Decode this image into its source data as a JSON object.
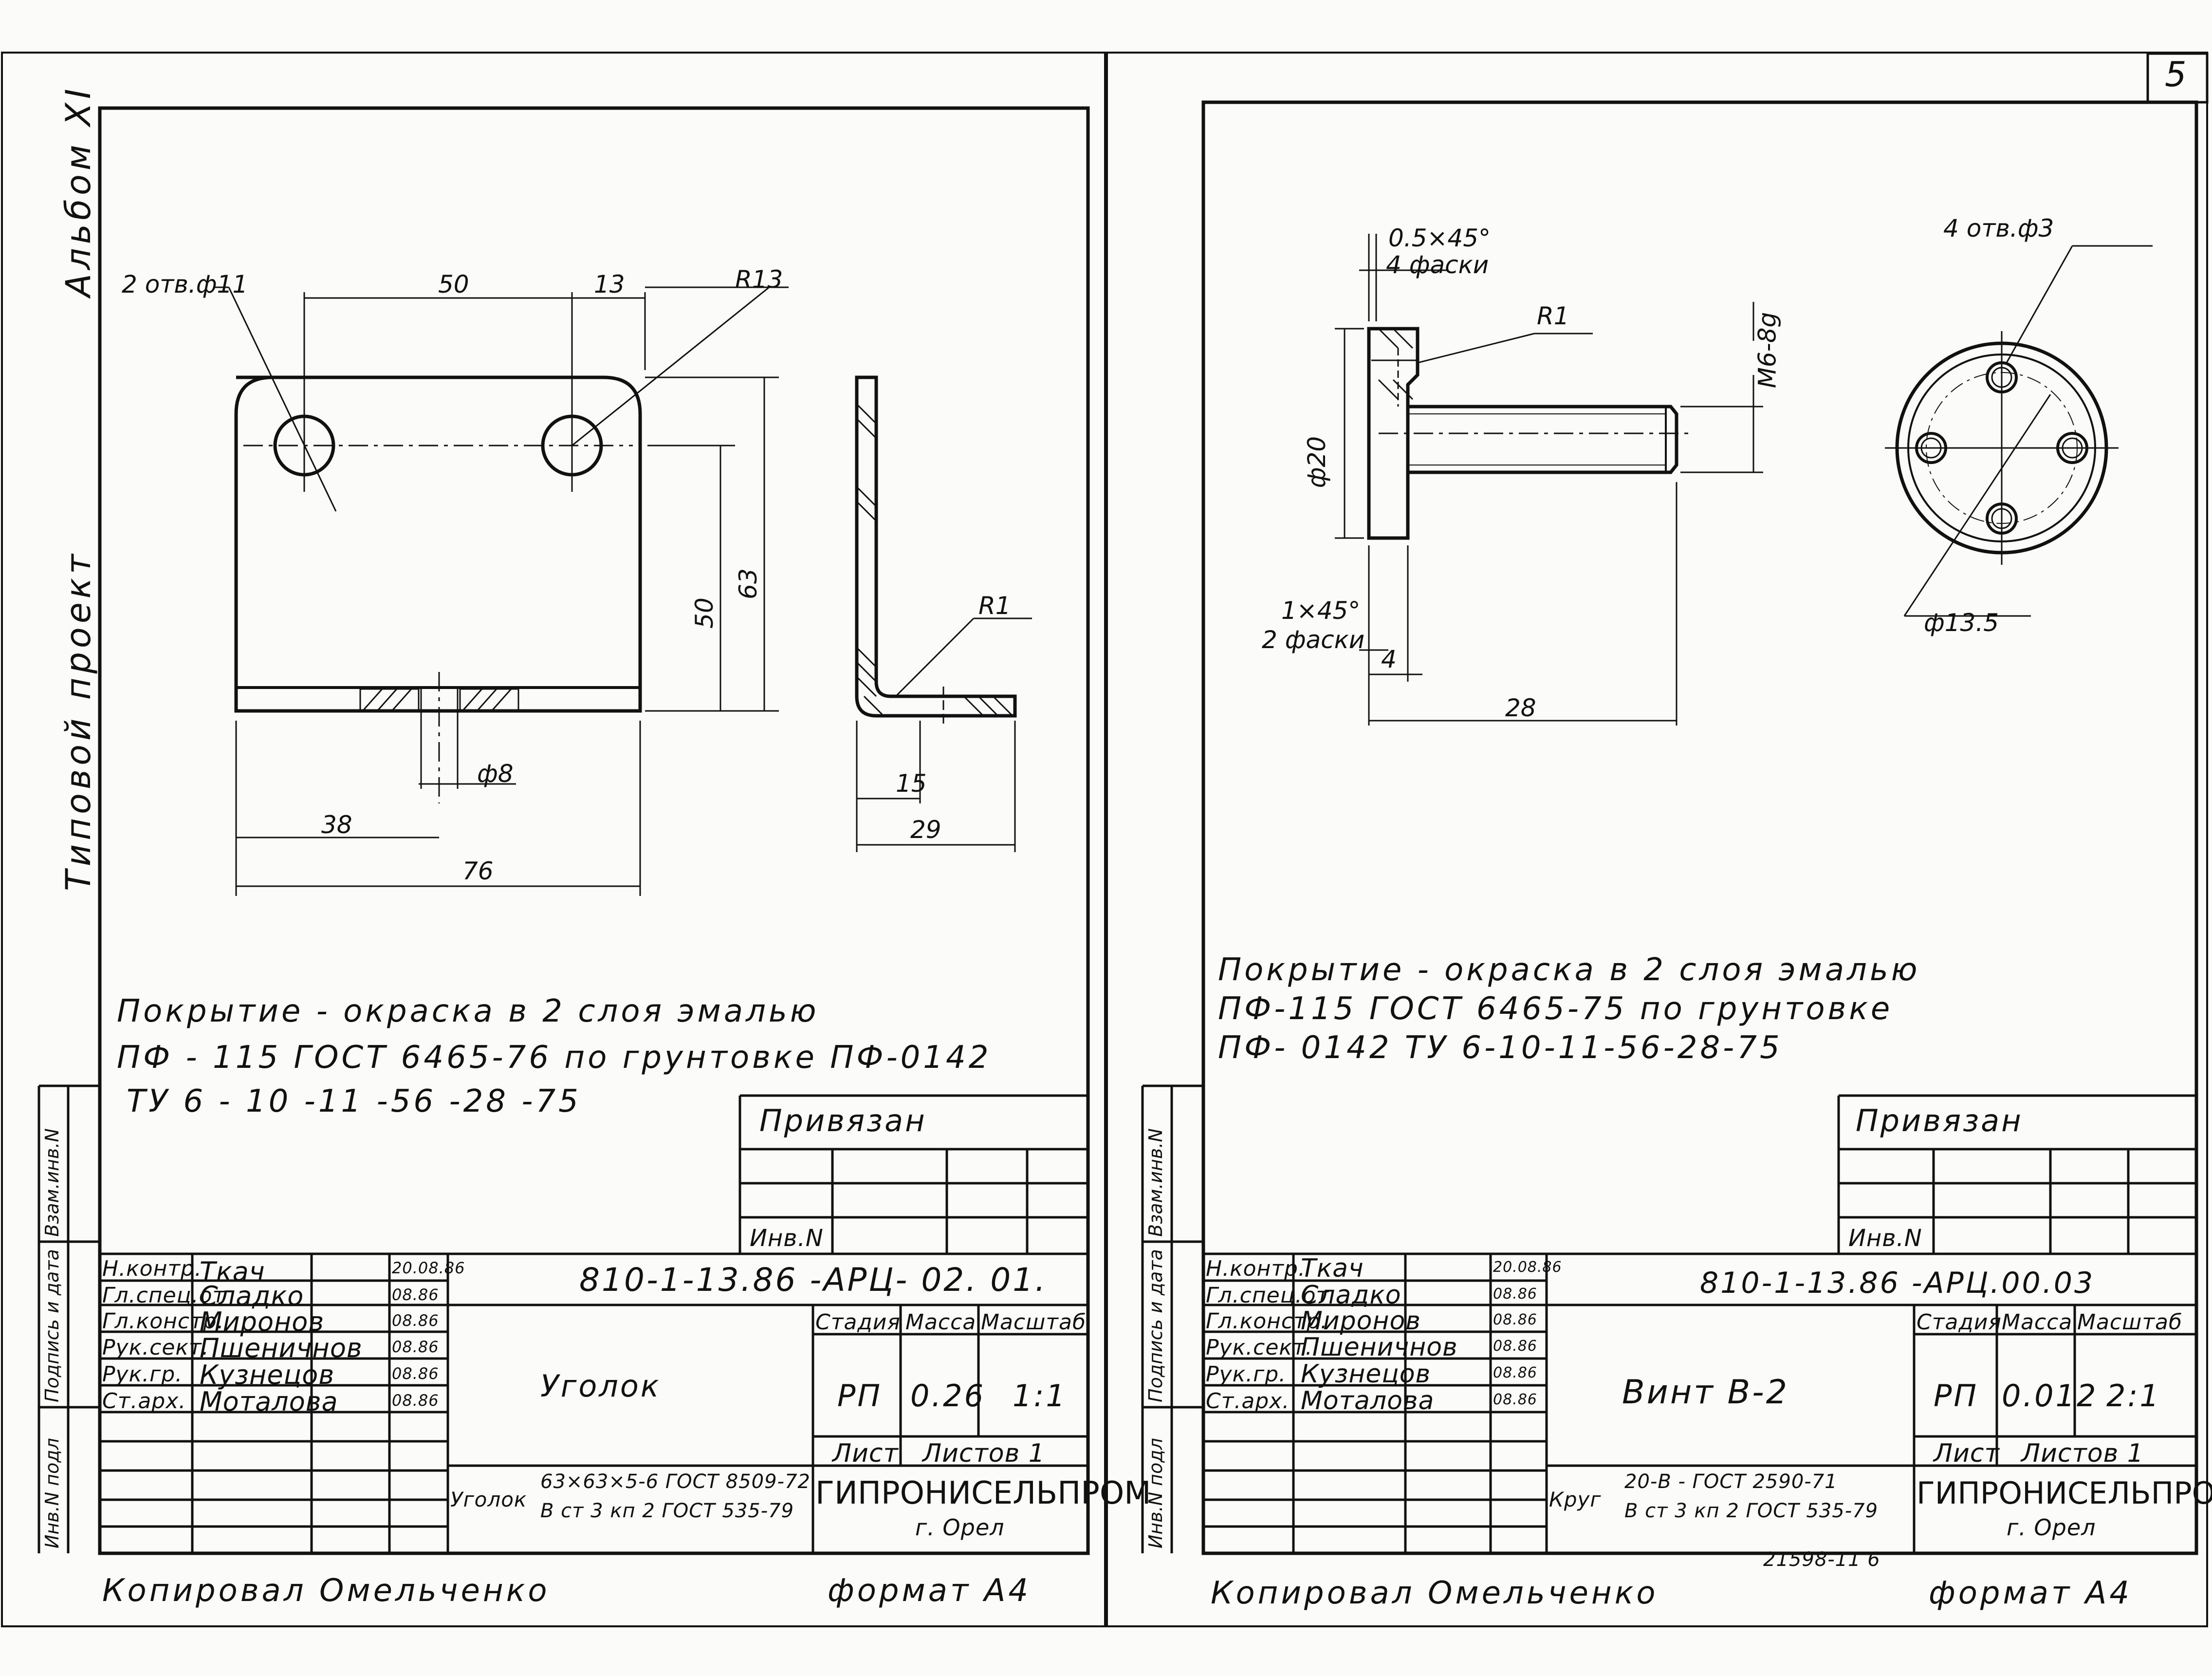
{
  "page_number": "5",
  "side_labels": {
    "album": "Альбом XI",
    "project": "Типовой проект",
    "inv_podl": "Инв.N подл",
    "podpis": "Подпись и дата",
    "vzam": "Взам.инв.N"
  },
  "sheets": [
    {
      "dims": {
        "holes": "2 отв.ф11",
        "d50top": "50",
        "d13": "13",
        "r13": "R13",
        "d50v": "50",
        "d63": "63",
        "r1": "R1",
        "phi8": "ф8",
        "d38": "38",
        "d76": "76",
        "d15": "15",
        "d29": "29"
      },
      "note": [
        "Покрытие - окраска в 2 слоя эмалью",
        "ПФ - 115 ГОСТ 6465-76 по грунтовке ПФ-0142",
        "ТУ 6 - 10 -11 -56 -28 -75"
      ],
      "privyazan": "Привязан",
      "inv_n": "Инв.N",
      "staff": [
        {
          "role": "Н.контр.",
          "name": "Ткач",
          "date": "20.08.86"
        },
        {
          "role": "Гл.спец.от",
          "name": "Сладко",
          "date": "08.86"
        },
        {
          "role": "Гл.констр.",
          "name": "Миронов",
          "date": "08.86"
        },
        {
          "role": "Рук.сект.",
          "name": "Пшеничнов",
          "date": "08.86"
        },
        {
          "role": "Рук.гр.",
          "name": "Кузнецов",
          "date": "08.86"
        },
        {
          "role": "Ст.арх.",
          "name": "Моталова",
          "date": "08.86"
        }
      ],
      "doc_code": "810-1-13.86 -АРЦ- 02. 01.",
      "title": "Уголок",
      "col_stadia": "Стадия",
      "col_massa": "Масса",
      "col_mashtab": "Масштаб",
      "stadia": "РП",
      "massa": "0.26",
      "mashtab": "1:1",
      "list": "Лист",
      "listov": "Листов 1",
      "material_prefix": "Уголок",
      "material_top": "63×63×5-6 ГОСТ 8509-72",
      "material_bottom": "В ст 3 кп 2 ГОСТ 535-79",
      "org": "ГИПРОНИСЕЛЬПРОМ",
      "city": "г. Орел",
      "copied": "Копировал Омельченко",
      "format": "формат А4"
    },
    {
      "dims": {
        "chamfer_top": "0.5×45°",
        "chamfer_top2": "4 фаски",
        "r1": "R1",
        "m6": "M6-8g",
        "phi20": "ф20",
        "chamfer_bot": "1×45°",
        "chamfer_bot2": "2 фаски",
        "d4": "4",
        "d28": "28",
        "holes": "4 отв.ф3",
        "phi135": "ф13.5"
      },
      "note": [
        "Покрытие - окраска в 2 слоя эмалью",
        "ПФ-115 ГОСТ 6465-75 по грунтовке",
        "ПФ- 0142 ТУ 6-10-11-56-28-75"
      ],
      "privyazan": "Привязан",
      "inv_n": "Инв.N",
      "staff": [
        {
          "role": "Н.контр.",
          "name": "Ткач",
          "date": "20.08.86"
        },
        {
          "role": "Гл.спец.от",
          "name": "Сладко",
          "date": "08.86"
        },
        {
          "role": "Гл.констр.",
          "name": "Миронов",
          "date": "08.86"
        },
        {
          "role": "Рук.сект.",
          "name": "Пшеничнов",
          "date": "08.86"
        },
        {
          "role": "Рук.гр.",
          "name": "Кузнецов",
          "date": "08.86"
        },
        {
          "role": "Ст.арх.",
          "name": "Моталова",
          "date": "08.86"
        }
      ],
      "doc_code": "810-1-13.86 -АРЦ.00.03",
      "title": "Винт В-2",
      "col_stadia": "Стадия",
      "col_massa": "Масса",
      "col_mashtab": "Масштаб",
      "stadia": "РП",
      "massa": "0.012",
      "mashtab": "2:1",
      "list": "Лист",
      "listov": "Листов 1",
      "material_prefix": "Круг",
      "material_top": "20-В - ГОСТ 2590-71",
      "material_bottom": "В ст 3 кп 2 ГОСТ 535-79",
      "org": "ГИПРОНИСЕЛЬПРОМ",
      "city": "г. Орел",
      "archive_no": "21598-11 6",
      "copied": "Копировал Омельченко",
      "format": "формат А4"
    }
  ]
}
